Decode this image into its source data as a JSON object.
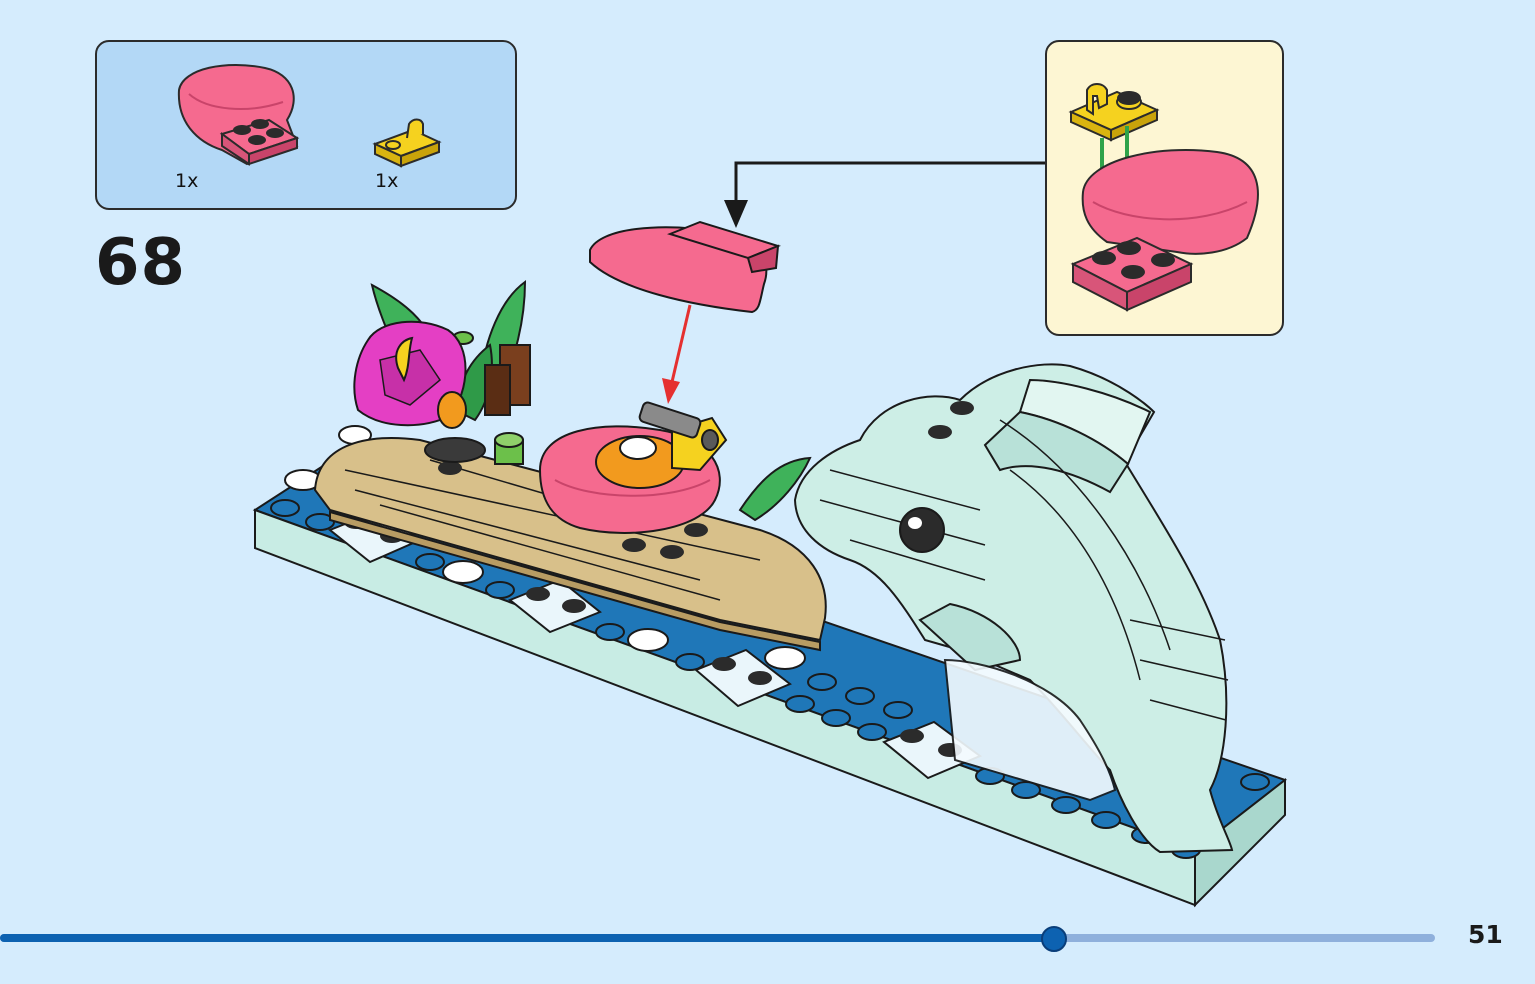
{
  "step": {
    "number": "68"
  },
  "parts": [
    {
      "qty": "1x",
      "icon": "pink-shell-plate-icon",
      "color": "#f56a8f"
    },
    {
      "qty": "1x",
      "icon": "yellow-clip-plate-icon",
      "color": "#f5d21f"
    }
  ],
  "page": {
    "number": "51"
  },
  "progress": {
    "fraction": 0.734
  },
  "colors": {
    "background": "#d5ecfd",
    "parts_box": "#b3d8f6",
    "subassembly_box": "#fdf6d3",
    "base_blue": "#1f77b8",
    "dolphin": "#cdeee6",
    "tan": "#d8c08a",
    "pink": "#f56a8f",
    "yellow": "#f5d21f",
    "arrow_red": "#e53030",
    "arrow_green": "#2fa34a"
  }
}
